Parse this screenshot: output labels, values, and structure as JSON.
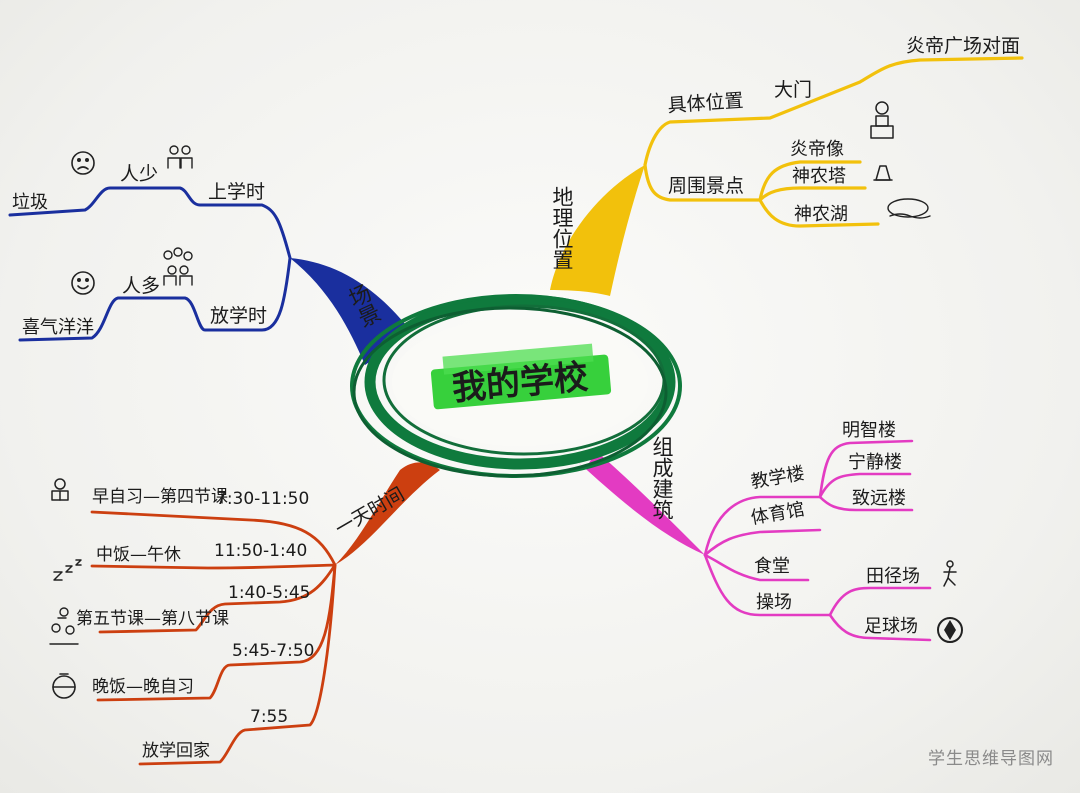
{
  "center": {
    "title": "我的学校"
  },
  "colors": {
    "center": "#0f7a3d",
    "highlight": "#37d03c",
    "blue": "#1a2f9e",
    "yellow": "#f2c10c",
    "red": "#cc3f10",
    "pink": "#e33bc2"
  },
  "branches": {
    "scene": {
      "label": "场景",
      "children": [
        {
          "label": "上学时",
          "people": "人少",
          "mood": "垃圾",
          "mood_icon": "frown-face-icon"
        },
        {
          "label": "放学时",
          "people": "人多",
          "mood": "喜气洋洋",
          "mood_icon": "smile-face-icon"
        }
      ],
      "people_icon": "crowd-icon"
    },
    "location": {
      "label": "地理位置",
      "children": [
        {
          "label": "具体位置",
          "detail": "大门",
          "detail2": "炎帝广场对面"
        },
        {
          "label": "周围景点",
          "items": [
            "炎帝像",
            "神农塔",
            "神农湖"
          ]
        }
      ]
    },
    "schedule": {
      "label": "一天时间",
      "items": [
        {
          "activity": "早自习—第四节课",
          "time": "7:30-11:50",
          "icon": "reading-student-icon"
        },
        {
          "activity": "中饭—午休",
          "time": "11:50-1:40",
          "icon": "sleep-zzz-icon"
        },
        {
          "activity": "第五节课—第八节课",
          "time": "1:40-5:45",
          "icon": "study-group-icon"
        },
        {
          "activity": "晚饭—晚自习",
          "time": "5:45-7:50",
          "icon": "lamp-icon"
        },
        {
          "activity": "放学回家",
          "time": "7:55",
          "icon": ""
        }
      ]
    },
    "buildings": {
      "label": "组成建筑",
      "children": [
        {
          "label": "教学楼",
          "items": [
            "明智楼",
            "宁静楼",
            "致远楼"
          ]
        },
        {
          "label": "体育馆"
        },
        {
          "label": "食堂"
        },
        {
          "label": "操场",
          "items": [
            "田径场",
            "足球场"
          ]
        }
      ]
    }
  },
  "watermark": "学生思维导图网"
}
